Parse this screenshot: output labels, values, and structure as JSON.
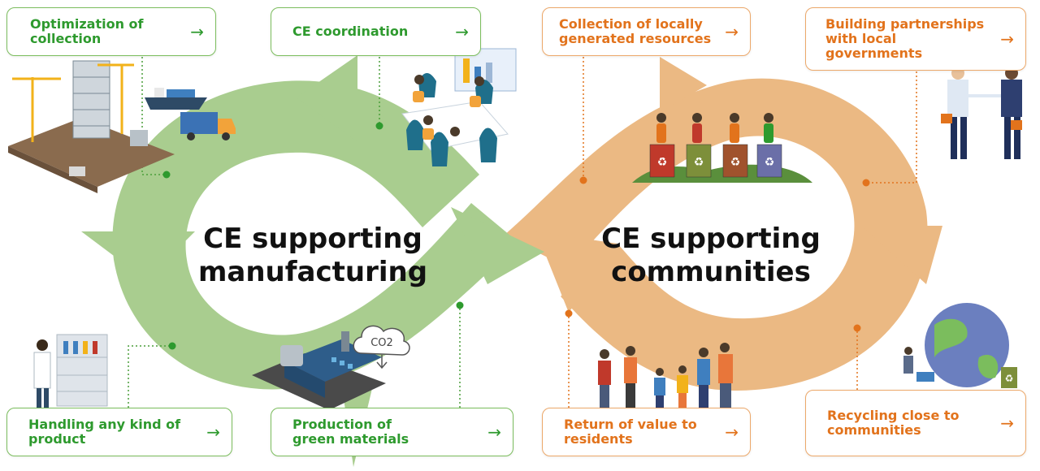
{
  "colors": {
    "manufacturing_loop": "#a9cd8f",
    "communities_loop": "#ebb983",
    "green_text": "#2e9a2e",
    "orange_text": "#e2731c",
    "green_border": "#7bbd5d",
    "orange_border": "#eca86a"
  },
  "left_loop": {
    "title": "CE supporting\nmanufacturing",
    "cards": {
      "optimization": "Optimization of\ncollection",
      "coordination": "CE coordination",
      "handling": "Handling any kind of\nproduct",
      "production": "Production of\ngreen materials"
    }
  },
  "right_loop": {
    "title": "CE supporting\ncommunities",
    "cards": {
      "collection": "Collection of locally\ngenerated resources",
      "partnerships": "Building partnerships\nwith local governments",
      "return_value": "Return of value to\nresidents",
      "recycling": "Recycling close to\ncommunities"
    }
  },
  "illustrations": {
    "co2_cloud_text": "CO2",
    "icons": [
      "construction-site-illustration",
      "cargo-ship-icon",
      "truck-icon",
      "meeting-team-illustration",
      "recycling-bins-illustration",
      "handshake-illustration",
      "lab-scientist-illustration",
      "factory-illustration",
      "co2-cloud-icon",
      "residents-group-illustration",
      "globe-recycling-illustration"
    ]
  },
  "card_arrow_icon": "arrow-right-icon"
}
